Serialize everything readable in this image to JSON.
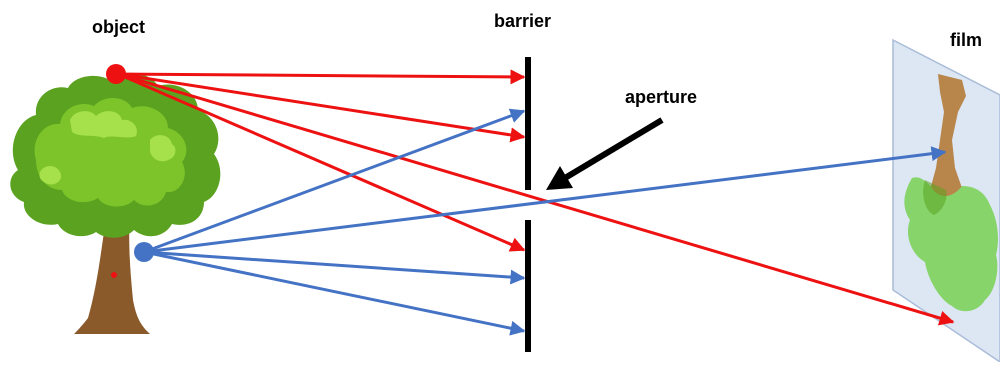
{
  "labels": {
    "object": "object",
    "barrier": "barrier",
    "aperture": "aperture",
    "film": "film"
  },
  "colors": {
    "red_ray": "#ee1111",
    "blue_ray": "#4472c4",
    "barrier": "#000000",
    "film_plane": "#dde6f3",
    "film_edge": "#a9bcd8",
    "trunk": "#8b5a2b",
    "foliage_dark": "#5aa21f",
    "foliage_mid": "#7cc42a",
    "foliage_light": "#a6e04a",
    "image_foliage": "#86d46a"
  },
  "icons": {
    "aperture_pointer": "arrow-pointer-icon",
    "object_point_top": "red-dot-icon",
    "object_point_trunk": "blue-dot-icon"
  }
}
